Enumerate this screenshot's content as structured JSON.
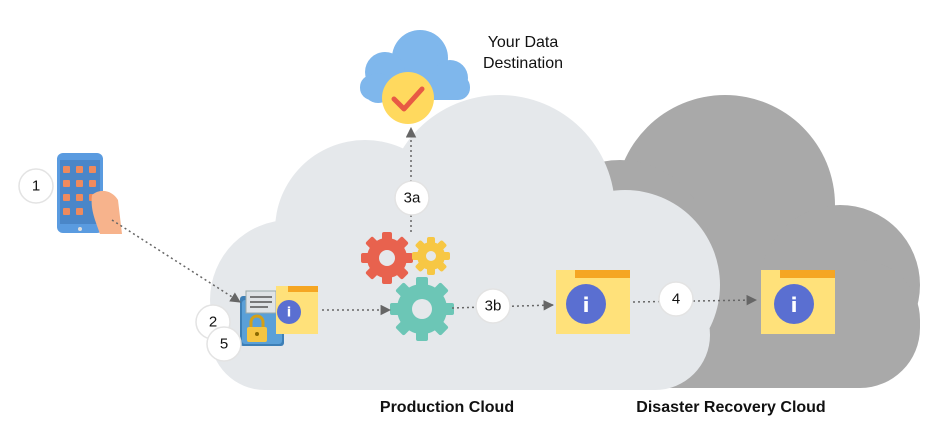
{
  "destination": {
    "line1": "Your Data",
    "line2": "Destination"
  },
  "production_label": "Production Cloud",
  "disaster_label": "Disaster Recovery Cloud",
  "steps": {
    "s1": "1",
    "s2": "2",
    "s5": "5",
    "s3a": "3a",
    "s3b": "3b",
    "s4": "4"
  },
  "colors": {
    "production_cloud": "#e5e8eb",
    "disaster_cloud": "#a9a9a9",
    "destination_cloud": "#7fb7ec",
    "check_circle": "#ffd95e",
    "check_mark": "#e85a44",
    "gear_red": "#e8624e",
    "gear_yellow": "#f7c744",
    "gear_teal": "#6cc6b6",
    "doc_yellow": "#ffe17a",
    "doc_tab": "#f5a623",
    "info_circle": "#5a6fd1",
    "phone_body": "#5a9be0",
    "phone_keys": "#ef8a5d",
    "hand": "#f7b38c"
  },
  "icons": {
    "destination": "cloud-check-icon",
    "phone": "phone-hand-icon",
    "storage": "locked-storage-icon",
    "gears": "gears-icon",
    "document": "info-document-icon"
  }
}
